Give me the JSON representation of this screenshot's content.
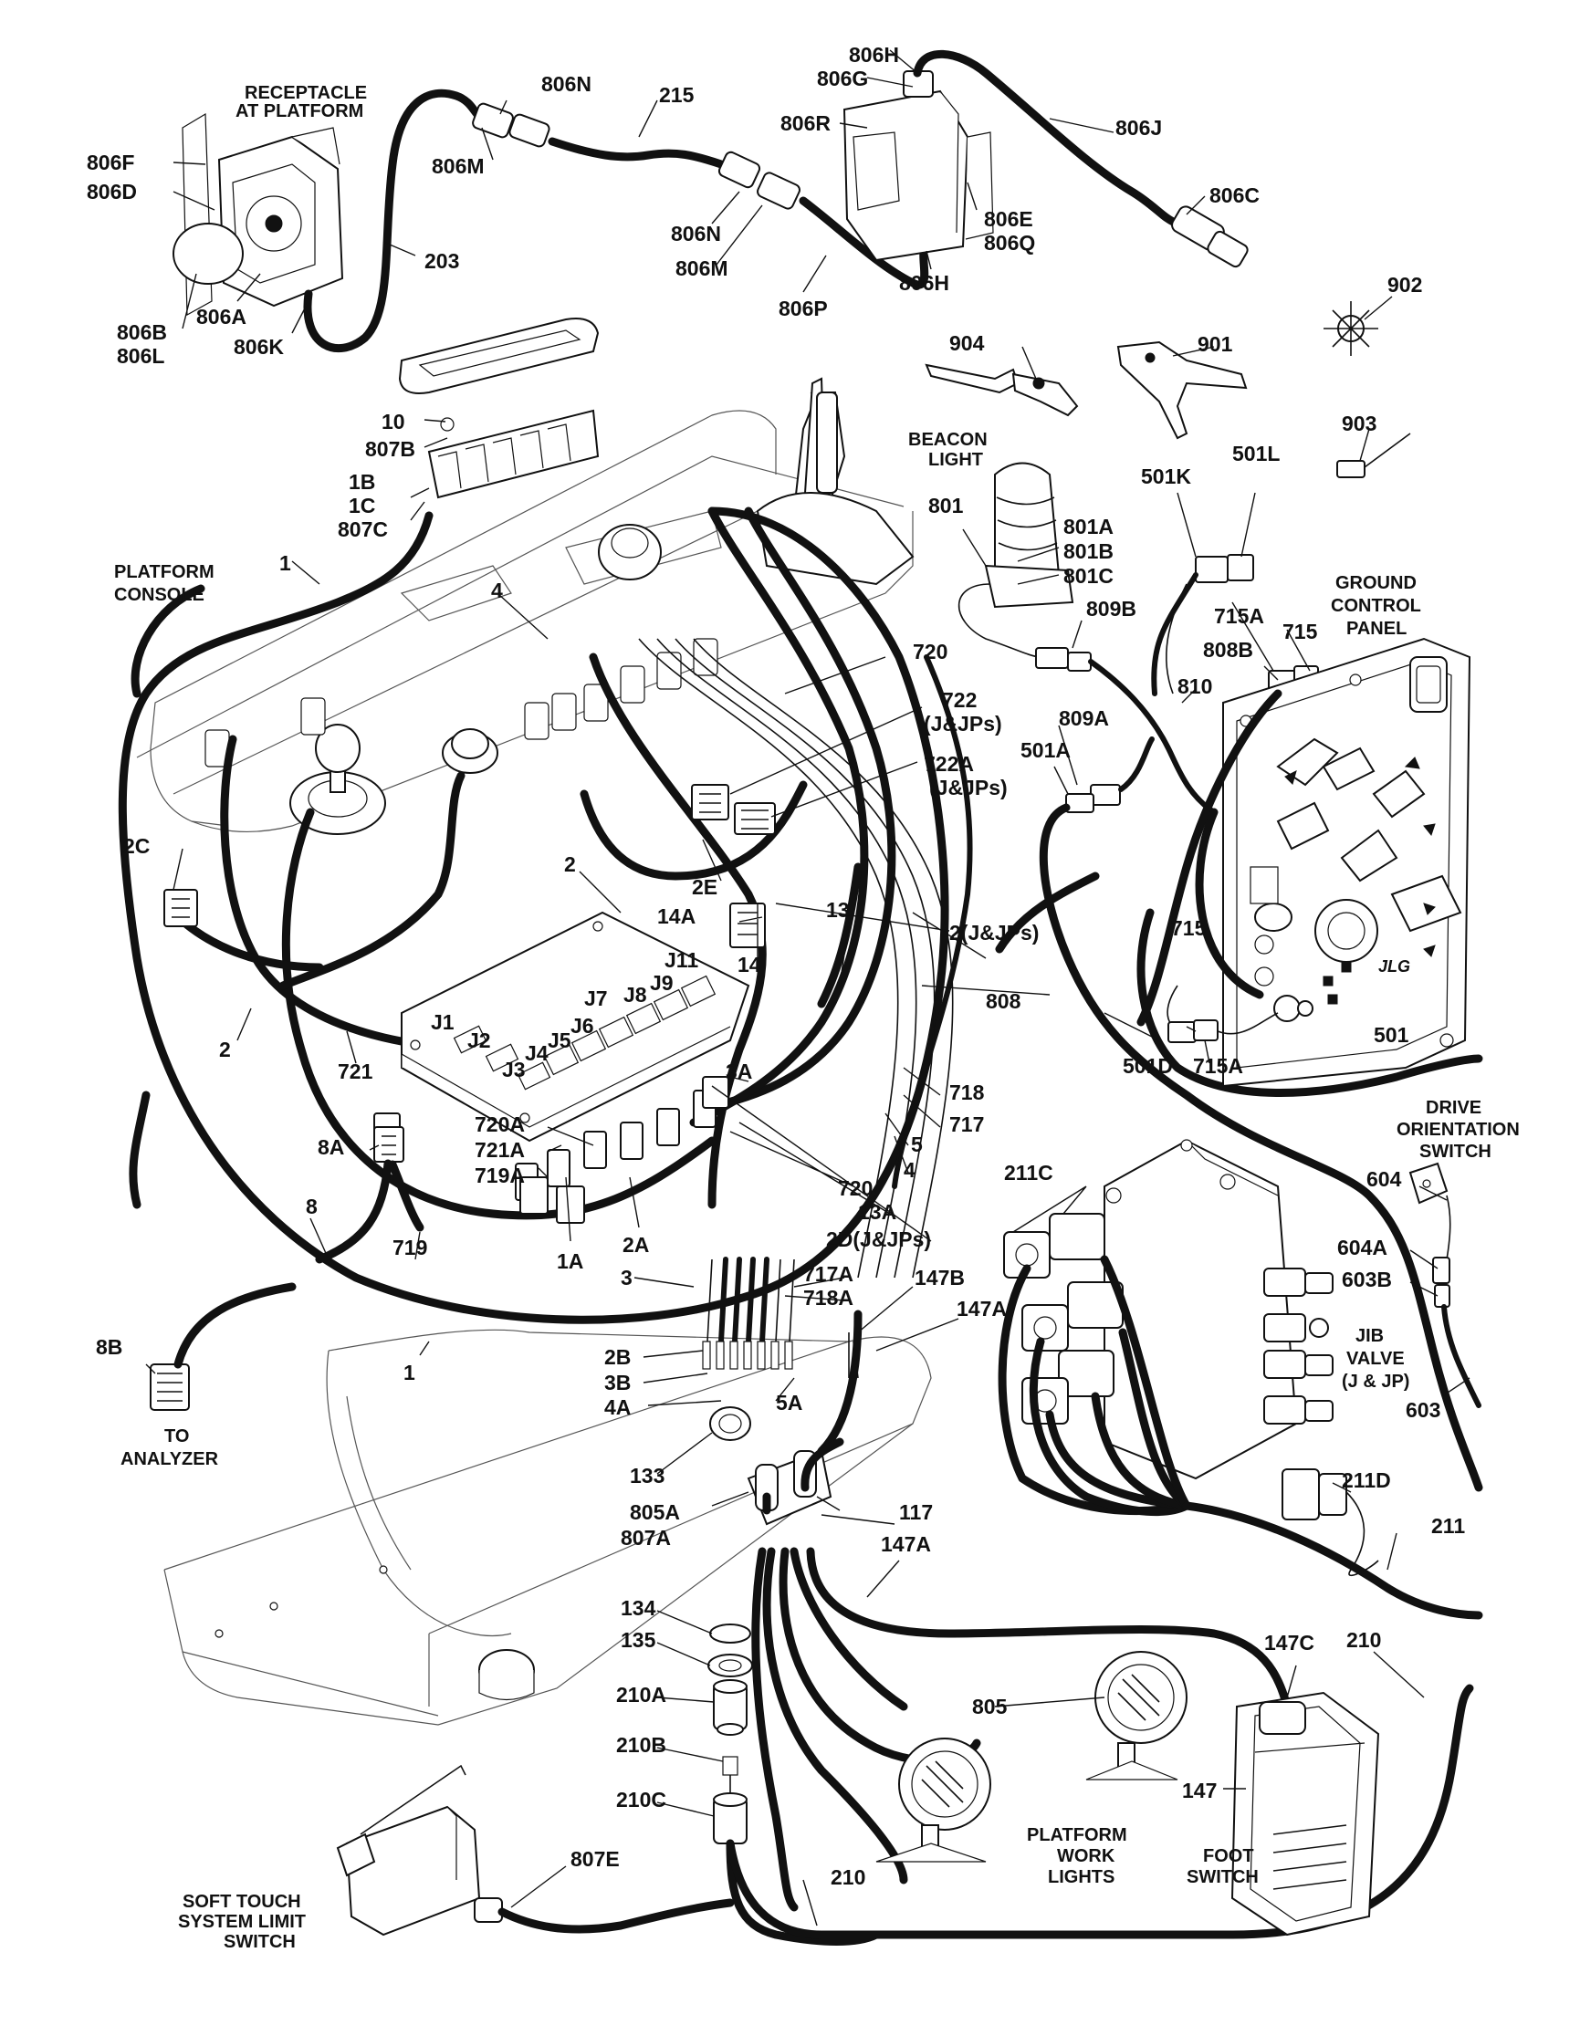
{
  "diagram": {
    "part_callouts": {
      "c806F": "806F",
      "c806D": "806D",
      "c806B": "806B",
      "c806L": "806L",
      "c806A": "806A",
      "c806K": "806K",
      "c806N_top": "806N",
      "c806M_top": "806M",
      "c215": "215",
      "c203": "203",
      "c806H_top": "806H",
      "c806G": "806G",
      "c806R": "806R",
      "c806N_mid": "806N",
      "c806M_mid": "806M",
      "c806P": "806P",
      "c806H_bot": "806H",
      "c806E": "806E",
      "c806Q": "806Q",
      "c806J": "806J",
      "c806C": "806C",
      "c902": "902",
      "c904": "904",
      "c901": "901",
      "c903": "903",
      "c10": "10",
      "c807B": "807B",
      "c1B": "1B",
      "c1C": "1C",
      "c807C": "807C",
      "c1_top": "1",
      "c4_top": "4",
      "c720_top": "720",
      "c722": "722",
      "c722_jjp": "(J&JPs)",
      "c722A": "722A",
      "c722A_jjp": "(J&JPs)",
      "c801": "801",
      "c801A": "801A",
      "c801B": "801B",
      "c801C": "801C",
      "c501K": "501K",
      "c501L": "501L",
      "c809B": "809B",
      "c715A_top": "715A",
      "c715_top": "715",
      "c808B": "808B",
      "c810": "810",
      "c809A": "809A",
      "c501A": "501A",
      "c2C": "2C",
      "c2_mid": "2",
      "c2E": "2E",
      "c14A": "14A",
      "c13": "13",
      "c14": "14",
      "c2jjp": "2(J&JPs)",
      "c715_mid": "715",
      "c808": "808",
      "c501D": "501D",
      "c715A_bot": "715A",
      "c501": "501",
      "cJ1": "J1",
      "cJ2": "J2",
      "cJ3": "J3",
      "cJ4": "J4",
      "cJ5": "J5",
      "cJ6": "J6",
      "cJ7": "J7",
      "cJ8": "J8",
      "cJ9": "J9",
      "cJ11": "J11",
      "c3A": "3A",
      "c2_left": "2",
      "c721": "721",
      "c718": "718",
      "c717": "717",
      "c5": "5",
      "c4_mid": "4",
      "c720_mid": "720",
      "c13A": "13A",
      "c2D": "2D(J&JPs)",
      "c720A": "720A",
      "c721A": "721A",
      "c719A": "719A",
      "c8A": "8A",
      "c8": "8",
      "c719": "719",
      "c1A": "1A",
      "c2A": "2A",
      "c211C": "211C",
      "c604": "604",
      "c604A": "604A",
      "c603B": "603B",
      "c3": "3",
      "c717A": "717A",
      "c718A": "718A",
      "c147B": "147B",
      "c147A_top": "147A",
      "c8B": "8B",
      "c1_bot": "1",
      "c2B": "2B",
      "c3B": "3B",
      "c4A": "4A",
      "c5A": "5A",
      "c603": "603",
      "c133": "133",
      "c805A": "805A",
      "c807A": "807A",
      "c117": "117",
      "c211D": "211D",
      "c147A_bot": "147A",
      "c211": "211",
      "c134": "134",
      "c135": "135",
      "c147C": "147C",
      "c210_right": "210",
      "c210A": "210A",
      "c210B": "210B",
      "c805": "805",
      "c210C": "210C",
      "c147": "147",
      "c807E": "807E",
      "c210_bot": "210"
    },
    "captions": {
      "receptacle_1": "RECEPTACLE",
      "receptacle_2": "AT PLATFORM",
      "beacon_1": "BEACON",
      "beacon_2": "LIGHT",
      "console_1": "PLATFORM",
      "console_2": "CONSOLE",
      "ground_1": "GROUND",
      "ground_2": "CONTROL",
      "ground_3": "PANEL",
      "drive_1": "DRIVE",
      "drive_2": "ORIENTATION",
      "drive_3": "SWITCH",
      "jib_1": "JIB",
      "jib_2": "VALVE",
      "jib_3": "(J & JP)",
      "analyzer_1": "TO",
      "analyzer_2": "ANALYZER",
      "work_1": "PLATFORM",
      "work_2": "WORK",
      "work_3": "LIGHTS",
      "foot_1": "FOOT",
      "foot_2": "SWITCH",
      "soft_1": "SOFT TOUCH",
      "soft_2": "SYSTEM LIMIT",
      "soft_3": "SWITCH",
      "panel_logo": "JLG"
    }
  }
}
